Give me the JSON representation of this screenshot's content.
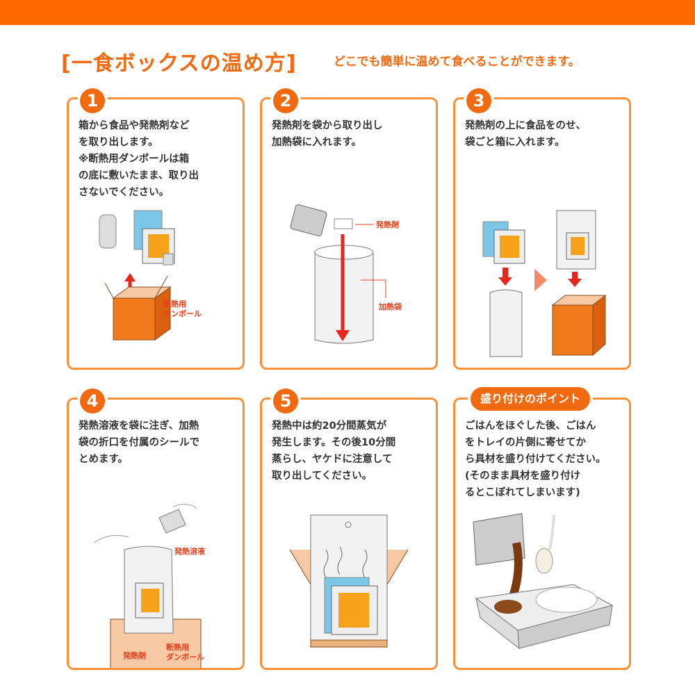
{
  "header": {
    "title": "[一食ボックスの温め方]",
    "subtitle": "どこでも簡単に温めて食べることができます。"
  },
  "colors": {
    "accent": "#f26a10",
    "border": "#f7913a",
    "label": "#e8401c"
  },
  "steps": [
    {
      "number": "1",
      "text": "箱から食品や発熱剤など\nを取り出します。\n※断熱用ダンボールは箱\nの底に敷いたまま、取り出\nさないでください。",
      "labels": [
        "断熱用",
        "ダンボール"
      ]
    },
    {
      "number": "2",
      "text": "発熱剤を袋から取り出し\n加熱袋に入れます。",
      "labels": [
        "発熱剤",
        "加熱袋"
      ]
    },
    {
      "number": "3",
      "text": "発熱剤の上に食品をのせ、\n袋ごと箱に入れます。",
      "labels": []
    },
    {
      "number": "4",
      "text": "発熱溶液を袋に注ぎ、加熱\n袋の折口を付属のシールで\nとめます。",
      "labels": [
        "発熱溶液",
        "発熱剤",
        "断熱用",
        "ダンボール"
      ]
    },
    {
      "number": "5",
      "text": "発熱中は約20分間蒸気が\n発生します。その後10分間\n蒸らし、ヤケドに注意して\n取り出してください。",
      "labels": []
    }
  ],
  "tip": {
    "title": "盛り付けのポイント",
    "text": "ごはんをほぐした後、ごはん\nをトレイの片側に寄せてか\nら具材を盛り付けてください。\n(そのまま具材を盛り付け\nるとこぼれてしまいます)"
  }
}
